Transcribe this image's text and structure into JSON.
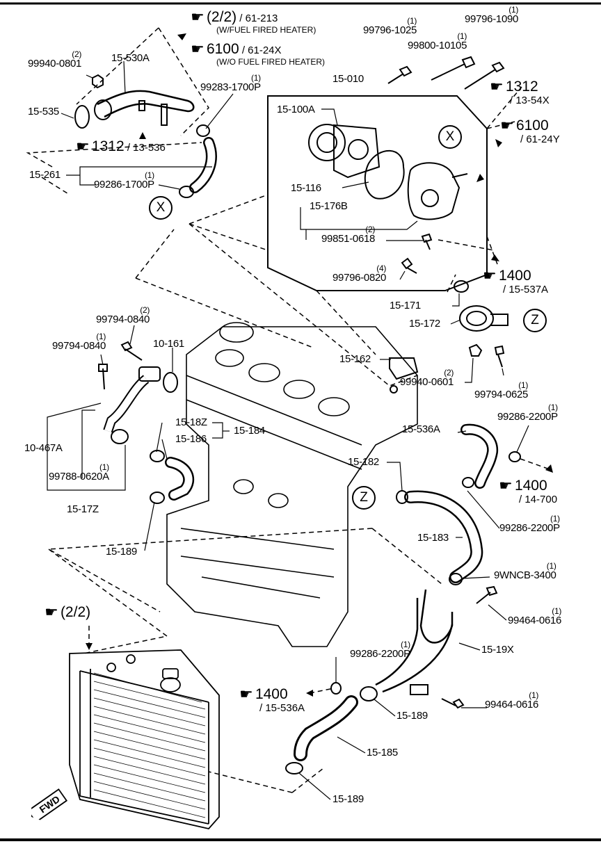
{
  "refs": {
    "r22": {
      "num": "(2/2)",
      "sect": "/ 61-213",
      "note": "(W/FUEL FIRED HEATER)"
    },
    "r6100a": {
      "num": "6100",
      "sect": "/ 61-24X",
      "note": "(W/O FUEL FIRED HEATER)"
    },
    "r1312a": {
      "num": "1312",
      "sect": "/ 13-536"
    },
    "r1312b": {
      "num": "1312",
      "sect": "/ 13-54X"
    },
    "r6100b": {
      "num": "6100",
      "sect": "/ 61-24Y"
    },
    "r1400a": {
      "num": "1400",
      "sect": "/ 15-537A"
    },
    "r1400b": {
      "num": "1400",
      "sect": "/ 14-700"
    },
    "r1400c": {
      "num": "1400",
      "sect": "/ 15-536A"
    },
    "r22b": {
      "num": "(2/2)"
    }
  },
  "labels": {
    "p99940_0801": {
      "qty": "(2)",
      "text": "99940-0801"
    },
    "p15_530A": {
      "text": "15-530A"
    },
    "p15_535": {
      "text": "15-535"
    },
    "p99283_1700P": {
      "qty": "(1)",
      "text": "99283-1700P"
    },
    "p15_261": {
      "text": "15-261"
    },
    "p99286_1700P": {
      "qty": "(1)",
      "text": "99286-1700P"
    },
    "p99796_1025": {
      "qty": "(1)",
      "text": "99796-1025"
    },
    "p99800_10105": {
      "qty": "(1)",
      "text": "99800-10105"
    },
    "p99796_1090": {
      "qty": "(1)",
      "text": "99796-1090"
    },
    "p15_010": {
      "text": "15-010"
    },
    "p15_100A": {
      "text": "15-100A"
    },
    "p15_116": {
      "text": "15-116"
    },
    "p15_176B": {
      "text": "15-176B"
    },
    "p99851_0618": {
      "qty": "(2)",
      "text": "99851-0618"
    },
    "p99796_0820": {
      "qty": "(4)",
      "text": "99796-0820"
    },
    "p15_171": {
      "text": "15-171"
    },
    "p15_172": {
      "text": "15-172"
    },
    "p15_162": {
      "text": "15-162"
    },
    "p99940_0601": {
      "qty": "(2)",
      "text": "99940-0601"
    },
    "p99794_0625": {
      "qty": "(1)",
      "text": "99794-0625"
    },
    "p99794_0840a": {
      "qty": "(2)",
      "text": "99794-0840"
    },
    "p99794_0840b": {
      "qty": "(1)",
      "text": "99794-0840"
    },
    "p10_161": {
      "text": "10-161"
    },
    "p10_467A": {
      "text": "10-467A"
    },
    "p99788_0620A": {
      "qty": "(1)",
      "text": "99788-0620A"
    },
    "p15_17Z": {
      "text": "15-17Z"
    },
    "p15_18Z": {
      "text": "15-18Z"
    },
    "p15_186": {
      "text": "15-186"
    },
    "p15_184": {
      "text": "15-184"
    },
    "p15_189a": {
      "text": "15-189"
    },
    "p15_536A": {
      "text": "15-536A"
    },
    "p99286_2200Pa": {
      "qty": "(1)",
      "text": "99286-2200P"
    },
    "p15_182": {
      "text": "15-182"
    },
    "p99286_2200Pb": {
      "qty": "(1)",
      "text": "99286-2200P"
    },
    "p15_183": {
      "text": "15-183"
    },
    "p9WNCB_3400": {
      "qty": "(1)",
      "text": "9WNCB-3400"
    },
    "p99464_0616a": {
      "qty": "(1)",
      "text": "99464-0616"
    },
    "p15_19X": {
      "text": "15-19X"
    },
    "p99286_2200Pc": {
      "qty": "(1)",
      "text": "99286-2200P"
    },
    "p15_189b": {
      "text": "15-189"
    },
    "p99464_0616b": {
      "qty": "(1)",
      "text": "99464-0616"
    },
    "p15_185": {
      "text": "15-185"
    },
    "p15_189c": {
      "text": "15-189"
    }
  },
  "markers": {
    "x1": "X",
    "x2": "X",
    "z1": "Z",
    "z2": "Z"
  },
  "fwd": "FWD"
}
